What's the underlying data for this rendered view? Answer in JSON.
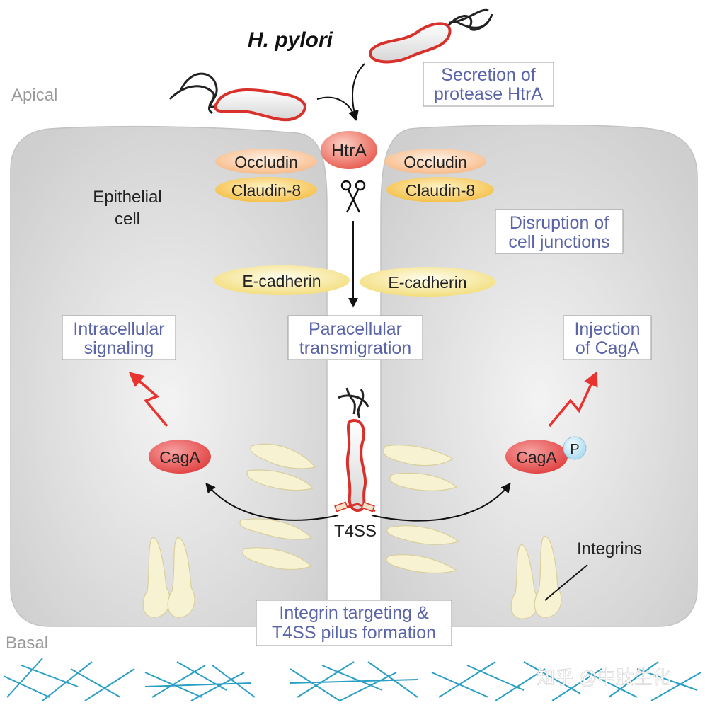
{
  "title": "H. pylori",
  "labels": {
    "apical": "Apical",
    "basal": "Basal",
    "epithelial_line1": "Epithelial",
    "epithelial_line2": "cell",
    "t4ss": "T4SS",
    "integrins": "Integrins",
    "watermark": "知乎 @中肽生化"
  },
  "proteins": {
    "htra": "HtrA",
    "occludin": "Occludin",
    "claudin": "Claudin-8",
    "ecadherin": "E-cadherin",
    "caga": "CagA",
    "phospho": "P"
  },
  "boxes": {
    "secretion": [
      "Secretion of",
      "protease HtrA"
    ],
    "disruption": [
      "Disruption of",
      "cell junctions"
    ],
    "paracellular": [
      "Paracellular",
      "transmigration"
    ],
    "intracellular": [
      "Intracellular",
      "signaling"
    ],
    "injection": [
      "Injection",
      "of CagA"
    ],
    "integrin": [
      "Integrin targeting &",
      "T4SS pilus formation"
    ]
  },
  "colors": {
    "cell_fill": "#d9d9d9",
    "box_text": "#5a64a8",
    "bacterium_outline": "#d8312b",
    "caga": "#e8484c",
    "fiber": "#2a9fc4"
  }
}
